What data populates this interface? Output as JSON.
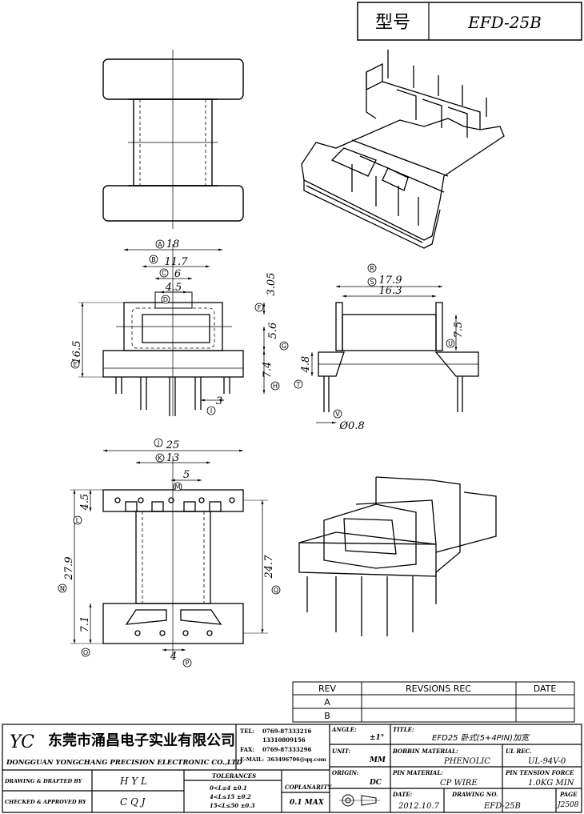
{
  "header": {
    "model_label": "型号",
    "model_value": "EFD-25B"
  },
  "dims": {
    "top_view": {
      "A": "18",
      "B": "11.7",
      "C": "6",
      "D": "4.5",
      "F": "3.05",
      "G": "5.6",
      "E": "16.5",
      "H": "7.4",
      "I": "3"
    },
    "side_view": {
      "R": "17.9",
      "S": "16.3",
      "U": "7.5",
      "T": "4.8",
      "V": "Ø0.8"
    },
    "bottom_view": {
      "J": "25",
      "K": "13",
      "M": "5",
      "L": "4.5",
      "N": "27.9",
      "Q": "24.7",
      "O": "7.1",
      "P": "4"
    }
  },
  "dim_letters": [
    "A",
    "B",
    "C",
    "D",
    "E",
    "F",
    "G",
    "H",
    "I",
    "J",
    "K",
    "L",
    "M",
    "N",
    "O",
    "P",
    "Q",
    "R",
    "S",
    "T",
    "U",
    "V"
  ],
  "revision": {
    "rev_label": "REV",
    "rec_label": "REVSIONS REC",
    "date_label": "DATE",
    "rows": [
      "A",
      "B"
    ]
  },
  "company": {
    "logo": "YC",
    "name_cn": "东莞市涌昌电子实业有限公司",
    "name_en": "DONGGUAN YONGCHANG PRECISION ELECTRONIC CO.,LTD",
    "tel_label": "TEL:",
    "tel": "0769-87333216",
    "mobile": "13310809156",
    "fax_label": "FAX:",
    "fax": "0769-87333296",
    "email_label": "E-MAIL:",
    "email": "363496706@qq.com"
  },
  "title_block": {
    "angle_label": "ANGLE:",
    "angle": "±1°",
    "title_label": "TITLE:",
    "title": "EFD25 卧式(5+4PIN)加宽",
    "unit_label": "UNIT:",
    "unit": "MM",
    "material_label": "BOBBIN MATERIAL:",
    "material": "PHENOLIC",
    "ul_label": "UL REC.",
    "ul": "UL-94V-0",
    "origin_label": "ORIGIN:",
    "origin": "DC",
    "pin_label": "PIN MATERIAL:",
    "pin": "CP WIRE",
    "tension_label": "PIN TENSION FORCE",
    "tension": "1.0KG MIN",
    "date_label": "DATE:",
    "date": "2012.10.7",
    "drawing_label": "DRAWING NO.",
    "drawing": "EFD-25B",
    "page_label": "PAGE",
    "page": "J2508",
    "drawn_label": "DRAWING & DRAFTED BY",
    "drawn": "H Y L",
    "checked_label": "CHECKED & APPROVED BY",
    "checked": "C Q J",
    "tol_label": "TOLERANCES",
    "tol_1": "0<L≤4    ±0.1",
    "tol_2": "4<L≤15  ±0.2",
    "tol_3": "15<L≤50  ±0.3",
    "cop_label": "COPLANARITY",
    "cop": "0.1 MAX"
  }
}
